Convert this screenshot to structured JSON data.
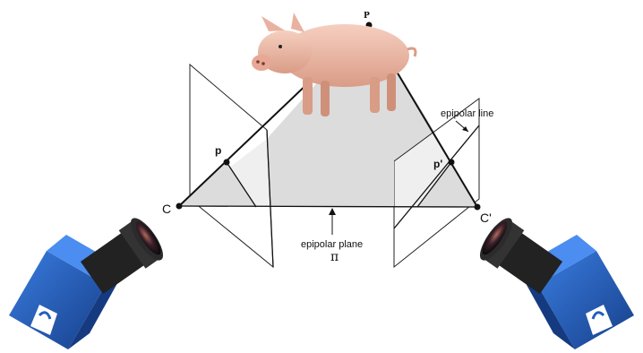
{
  "labels": {
    "point_P": "P",
    "point_p": "p",
    "point_p_prime": "p'",
    "center_C": "C",
    "center_C_prime": "C'",
    "epipolar_line": "epipolar line",
    "epipolar_plane": "epipolar plane",
    "plane_symbol": "π"
  },
  "colors": {
    "plane_fill": "#dcdcdc",
    "image_plane_fill": "#ffffff",
    "stroke": "#111111",
    "camera_body": "#1f5fbf",
    "lens": "#1c1c1c"
  }
}
